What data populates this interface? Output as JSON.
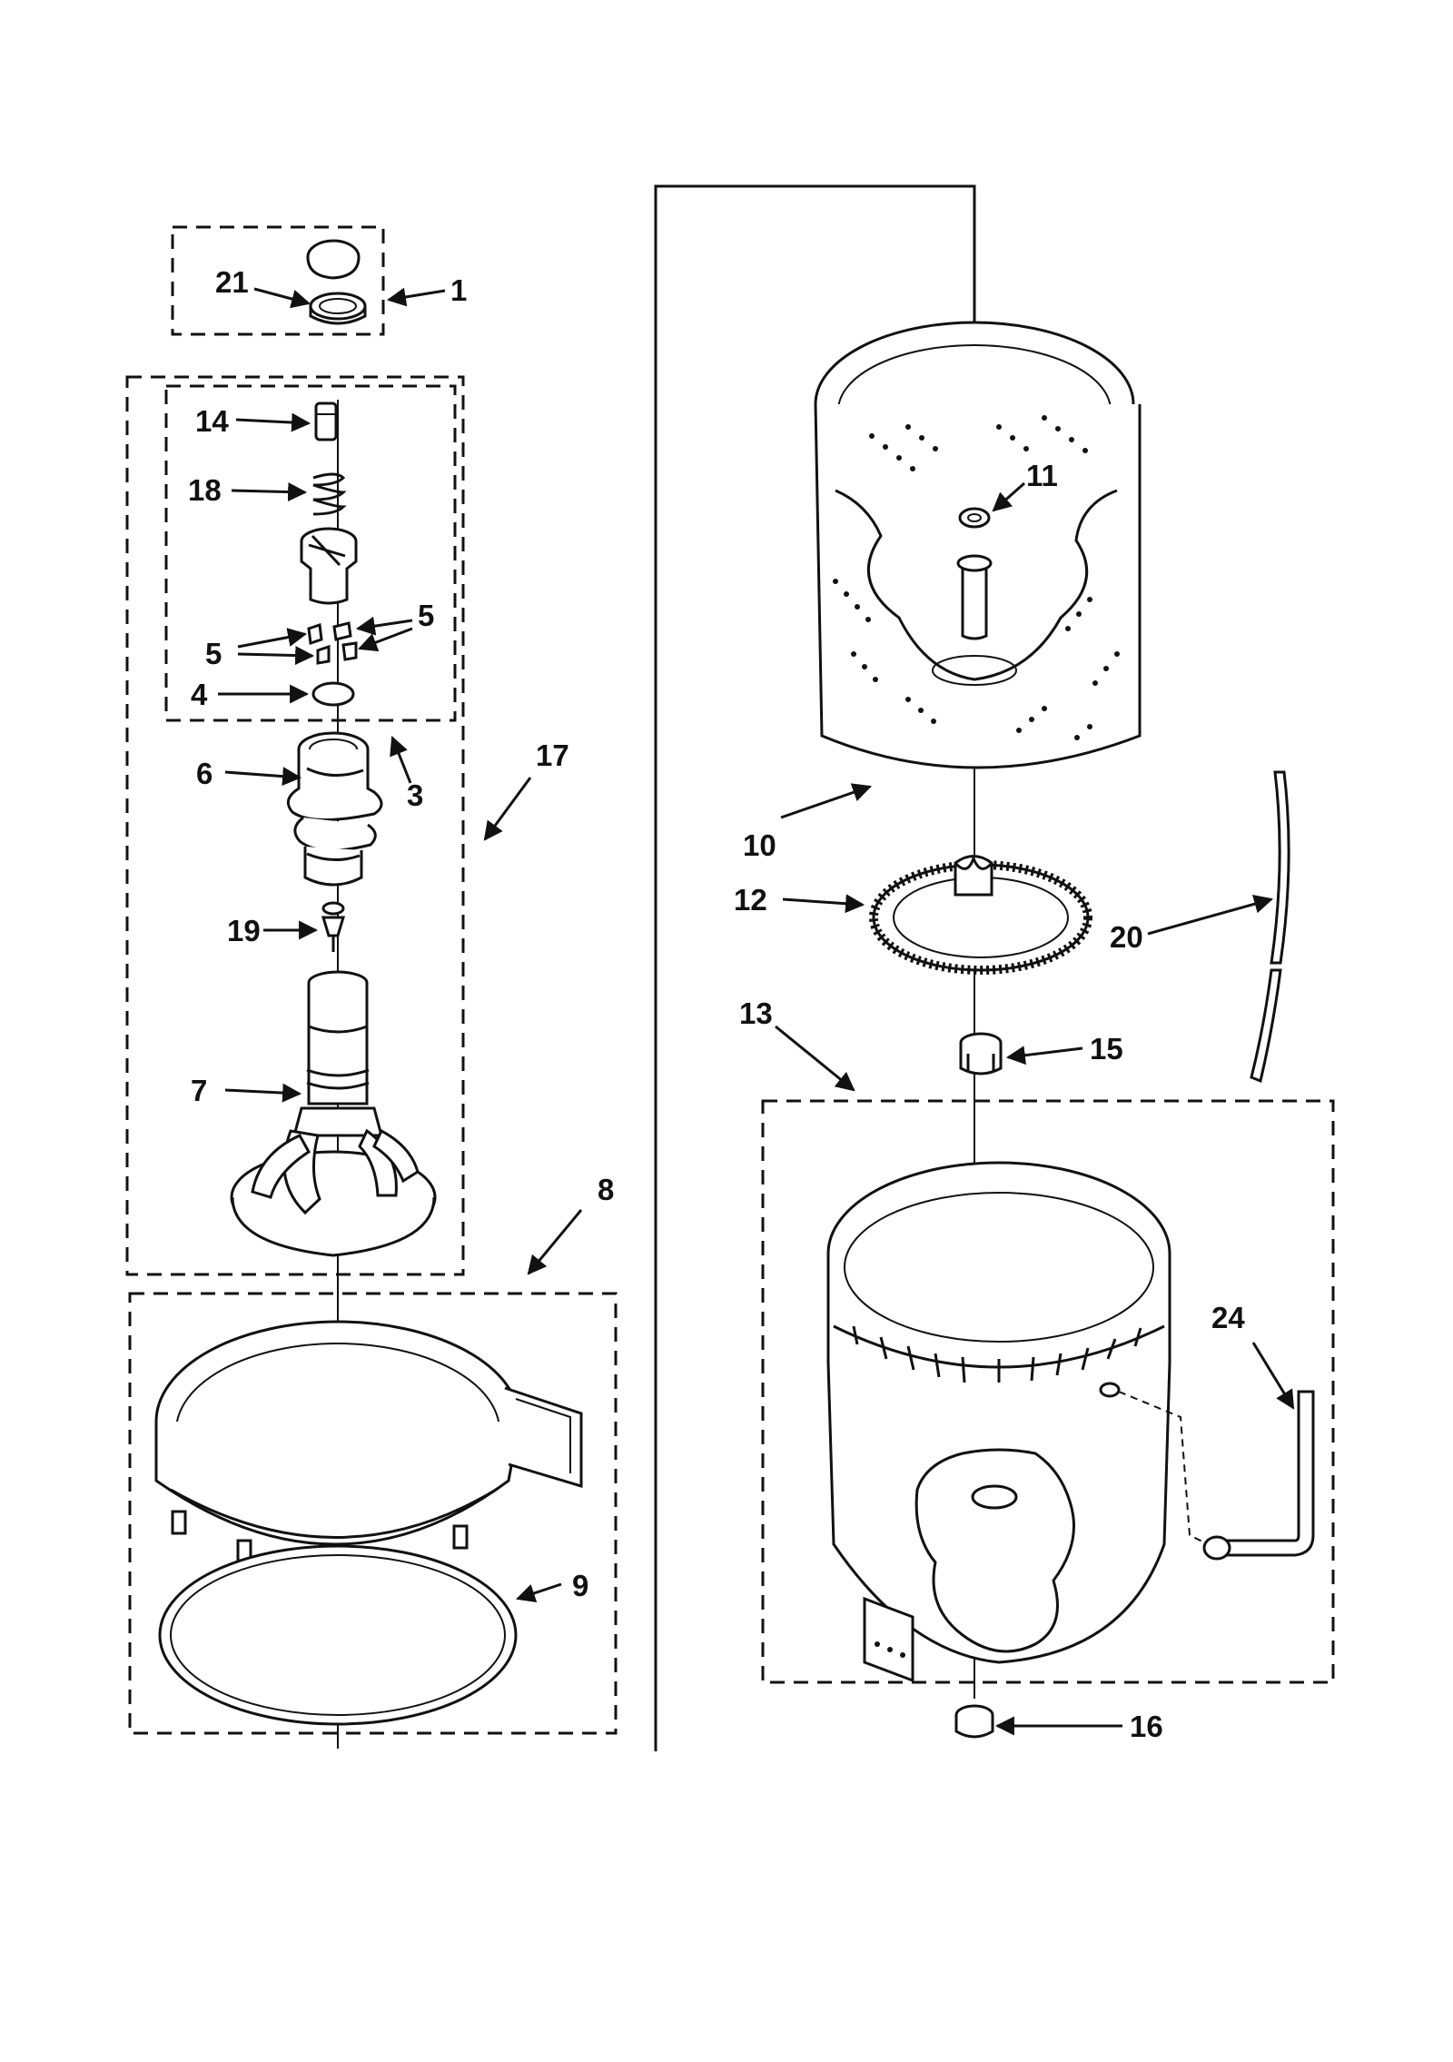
{
  "diagram": {
    "callouts": [
      {
        "id": "c1",
        "text": "1"
      },
      {
        "id": "c21",
        "text": "21"
      },
      {
        "id": "c14",
        "text": "14"
      },
      {
        "id": "c18",
        "text": "18"
      },
      {
        "id": "c5a",
        "text": "5"
      },
      {
        "id": "c5b",
        "text": "5"
      },
      {
        "id": "c4",
        "text": "4"
      },
      {
        "id": "c6",
        "text": "6"
      },
      {
        "id": "c3",
        "text": "3"
      },
      {
        "id": "c17",
        "text": "17"
      },
      {
        "id": "c19",
        "text": "19"
      },
      {
        "id": "c7",
        "text": "7"
      },
      {
        "id": "c8",
        "text": "8"
      },
      {
        "id": "c9",
        "text": "9"
      },
      {
        "id": "c11",
        "text": "11"
      },
      {
        "id": "c10",
        "text": "10"
      },
      {
        "id": "c12",
        "text": "12"
      },
      {
        "id": "c20",
        "text": "20"
      },
      {
        "id": "c13",
        "text": "13"
      },
      {
        "id": "c15",
        "text": "15"
      },
      {
        "id": "c24",
        "text": "24"
      },
      {
        "id": "c16",
        "text": "16"
      }
    ]
  }
}
